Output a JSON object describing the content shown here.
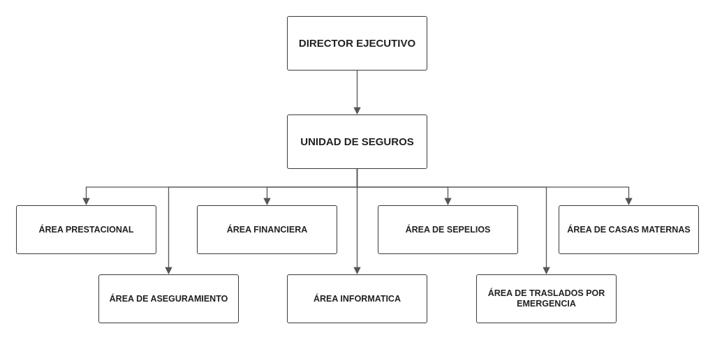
{
  "diagram": {
    "nodes": [
      {
        "id": "director",
        "label": "DIRECTOR EJECUTIVO"
      },
      {
        "id": "unidad",
        "label": "UNIDAD DE SEGUROS"
      },
      {
        "id": "prestacional",
        "label": "ÁREA PRESTACIONAL"
      },
      {
        "id": "aseguramiento",
        "label": "ÁREA DE ASEGURAMIENTO"
      },
      {
        "id": "financiera",
        "label": "ÁREA FINANCIERA"
      },
      {
        "id": "informatica",
        "label": "ÁREA INFORMATICA"
      },
      {
        "id": "sepelios",
        "label": "ÁREA DE SEPELIOS"
      },
      {
        "id": "traslados",
        "label": "ÁREA DE TRASLADOS POR EMERGENCIA"
      },
      {
        "id": "casas",
        "label": "ÁREA DE CASAS MATERNAS"
      }
    ],
    "edges": [
      {
        "from": "director",
        "to": "unidad"
      },
      {
        "from": "unidad",
        "to": "prestacional"
      },
      {
        "from": "unidad",
        "to": "aseguramiento"
      },
      {
        "from": "unidad",
        "to": "financiera"
      },
      {
        "from": "unidad",
        "to": "informatica"
      },
      {
        "from": "unidad",
        "to": "sepelios"
      },
      {
        "from": "unidad",
        "to": "traslados"
      },
      {
        "from": "unidad",
        "to": "casas"
      }
    ],
    "colors": {
      "line": "#555555",
      "border": "#3a3a3a",
      "text": "#222222"
    }
  }
}
